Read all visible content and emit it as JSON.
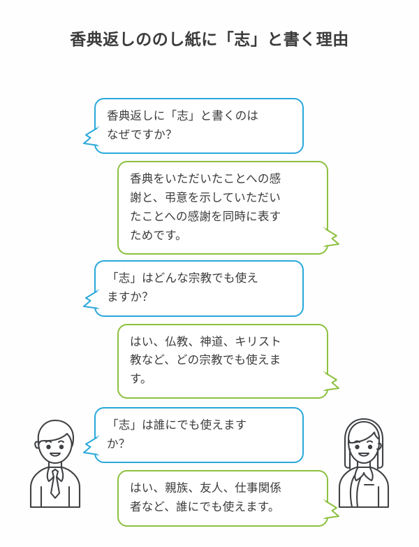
{
  "page": {
    "title": "香典返しののし紙に「志」と書く理由",
    "background_color": "#fefefe",
    "title_color": "#3b3b3b"
  },
  "colors": {
    "question_bubble": "#29a8db",
    "answer_bubble": "#8cc03e",
    "text": "#3b3b3b",
    "avatar_line": "#3f4144"
  },
  "conversation": {
    "messages": [
      {
        "role": "question",
        "side": "left",
        "speaker": "male",
        "text": "香典返しに「志」と書くのはなぜですか？",
        "lines": [
          "香典返しに「志」と書くのは",
          "なぜですか？"
        ]
      },
      {
        "role": "answer",
        "side": "right",
        "speaker": "female",
        "text": "香典をいただいたことへの感謝と、弔意を示していただいたことへの感謝を同時に表すためです。",
        "lines": [
          "香典をいただいたことへの感",
          "謝と、弔意を示していただい",
          "たことへの感謝を同時に表す",
          "ためです。"
        ]
      },
      {
        "role": "question",
        "side": "left",
        "speaker": "male",
        "text": "「志」はどんな宗教でも使えますか？",
        "lines": [
          "「志」はどんな宗教でも使え",
          "ますか？"
        ]
      },
      {
        "role": "answer",
        "side": "right",
        "speaker": "female",
        "text": "はい、仏教、神道、キリスト教など、どの宗教でも使えます。",
        "lines": [
          "はい、仏教、神道、キリスト",
          "教など、どの宗教でも使えま",
          "す。"
        ]
      },
      {
        "role": "question",
        "side": "left",
        "speaker": "male",
        "text": "「志」は誰にでも使えますか？",
        "lines": [
          "「志」は誰にでも使えます",
          "か？"
        ]
      },
      {
        "role": "answer",
        "side": "right",
        "speaker": "female",
        "text": "はい、親族、友人、仕事関係者など、誰にでも使えます。",
        "lines": [
          "はい、親族、友人、仕事関係",
          "者など、誰にでも使えます。"
        ]
      }
    ]
  },
  "avatars": {
    "left": {
      "name": "male-avatar",
      "description": "男性イラスト"
    },
    "right": {
      "name": "female-avatar",
      "description": "女性イラスト"
    }
  }
}
